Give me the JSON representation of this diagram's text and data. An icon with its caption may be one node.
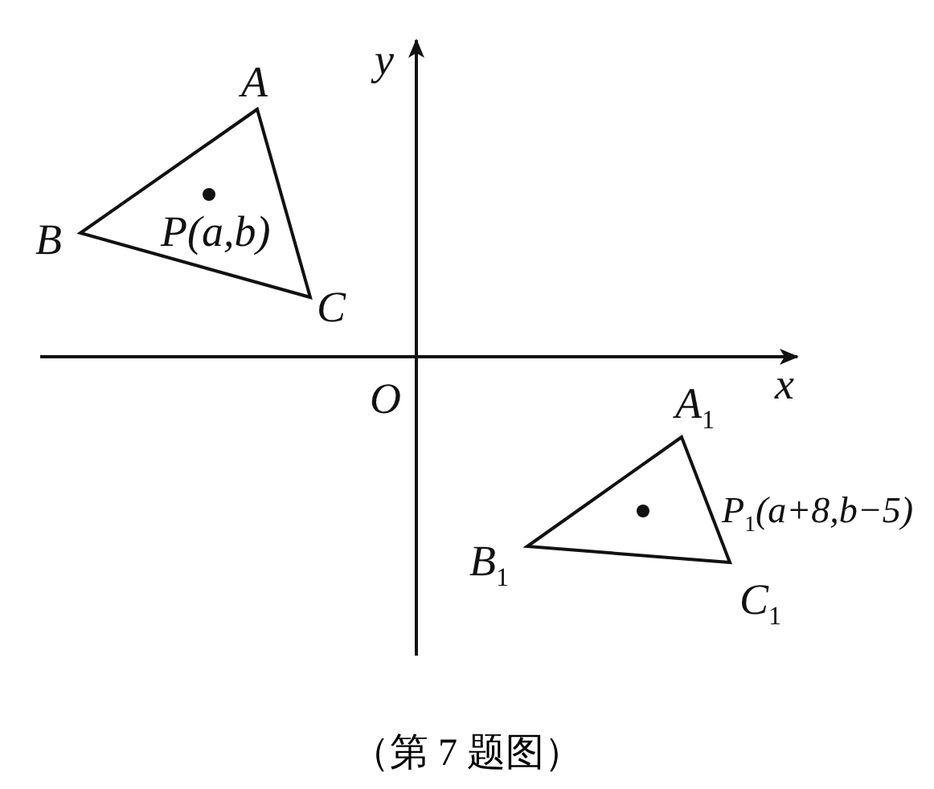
{
  "diagram": {
    "caption": "（第 7 题图）",
    "labels": [
      "y",
      "A",
      "B",
      "P(a,b)",
      "C",
      "O",
      "x",
      "A$_{1}$",
      "P$_{1}$(a+8,b−5)",
      "B$_{1}$",
      "C$_{1}$"
    ]
  }
}
